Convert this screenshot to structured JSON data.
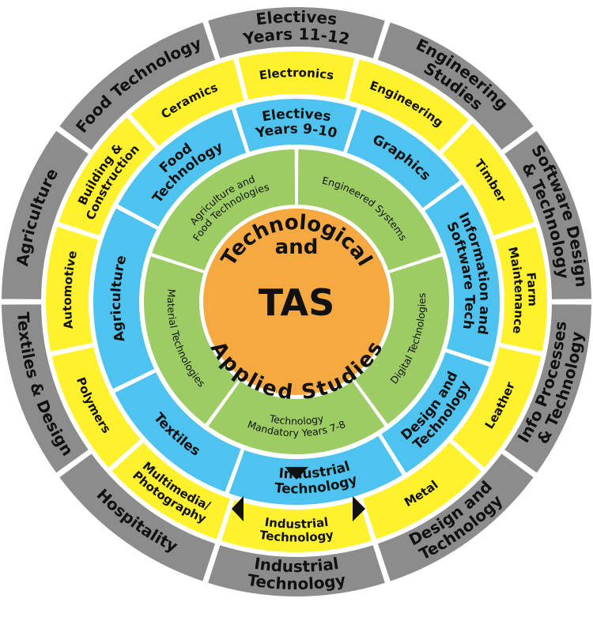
{
  "colors": {
    "grey": "#8c8c8c",
    "yellow": "#fff12b",
    "blue": "#4fc3ef",
    "green": "#9ccc63",
    "orange": "#f7a941",
    "divider": "#ffffff"
  },
  "center": {
    "top": "Technological",
    "middle": "and",
    "main": "TAS",
    "bottom": "Applied Studies"
  },
  "rings": {
    "grey": [
      {
        "lines": [
          "Electives",
          "Years 11-12"
        ],
        "start": -18,
        "end": 18
      },
      {
        "lines": [
          "Engineering",
          "Studies"
        ],
        "start": 18,
        "end": 54
      },
      {
        "lines": [
          "Software Design",
          "& Technology"
        ],
        "start": 54,
        "end": 90
      },
      {
        "lines": [
          "Info Processes",
          "& Technology"
        ],
        "start": 90,
        "end": 126
      },
      {
        "lines": [
          "Design and",
          "Technology"
        ],
        "start": 126,
        "end": 162
      },
      {
        "lines": [
          "Industrial",
          "Technology"
        ],
        "start": 162,
        "end": 198
      },
      {
        "lines": [
          "Hospitality"
        ],
        "start": 198,
        "end": 234
      },
      {
        "lines": [
          "Textiles & Design"
        ],
        "start": 234,
        "end": 270
      },
      {
        "lines": [
          "Agriculture"
        ],
        "start": 270,
        "end": 306
      },
      {
        "lines": [
          "Food Technology"
        ],
        "start": 306,
        "end": 342
      }
    ],
    "yellow": [
      {
        "lines": [
          "Electronics"
        ],
        "start": -14,
        "end": 14
      },
      {
        "lines": [
          "Engineering"
        ],
        "start": 14,
        "end": 44
      },
      {
        "lines": [
          "Timber"
        ],
        "start": 44,
        "end": 72
      },
      {
        "lines": [
          "Farm",
          "Maintenance"
        ],
        "start": 72,
        "end": 102
      },
      {
        "lines": [
          "Leather"
        ],
        "start": 102,
        "end": 132
      },
      {
        "lines": [
          "Metal"
        ],
        "start": 132,
        "end": 162
      },
      {
        "lines": [
          "Industrial",
          "Technology"
        ],
        "start": 162,
        "end": 198
      },
      {
        "lines": [
          "Multimedia/",
          "Photography"
        ],
        "start": 198,
        "end": 228
      },
      {
        "lines": [
          "Polymers"
        ],
        "start": 228,
        "end": 258
      },
      {
        "lines": [
          "Automotive"
        ],
        "start": 258,
        "end": 288
      },
      {
        "lines": [
          "Building &",
          "Construction"
        ],
        "start": 288,
        "end": 318
      },
      {
        "lines": [
          "Ceramics"
        ],
        "start": 318,
        "end": 346
      }
    ],
    "blue": [
      {
        "lines": [
          "Electives",
          "Years 9-10"
        ],
        "start": -18,
        "end": 18
      },
      {
        "lines": [
          "Graphics"
        ],
        "start": 18,
        "end": 54
      },
      {
        "lines": [
          "Information and",
          "Software Tech"
        ],
        "start": 54,
        "end": 108
      },
      {
        "lines": [
          "Design and",
          "Technology"
        ],
        "start": 108,
        "end": 148
      },
      {
        "lines": [
          "Industrial",
          "Technology"
        ],
        "start": 148,
        "end": 200
      },
      {
        "lines": [
          "Textiles"
        ],
        "start": 200,
        "end": 244
      },
      {
        "lines": [
          "Agriculture"
        ],
        "start": 244,
        "end": 298
      },
      {
        "lines": [
          "Food",
          "Technology"
        ],
        "start": 298,
        "end": 342
      }
    ],
    "green": [
      {
        "lines": [
          "Engineered Systems"
        ],
        "start": 0,
        "end": 72
      },
      {
        "lines": [
          "Digital Technologies"
        ],
        "start": 72,
        "end": 144
      },
      {
        "lines": [
          "Technology",
          "Mandatory Years 7-8"
        ],
        "start": 144,
        "end": 216
      },
      {
        "lines": [
          "Material Technologies"
        ],
        "start": 216,
        "end": 288
      },
      {
        "lines": [
          "Agriculture and",
          "Food Technologies"
        ],
        "start": 288,
        "end": 360
      }
    ]
  }
}
